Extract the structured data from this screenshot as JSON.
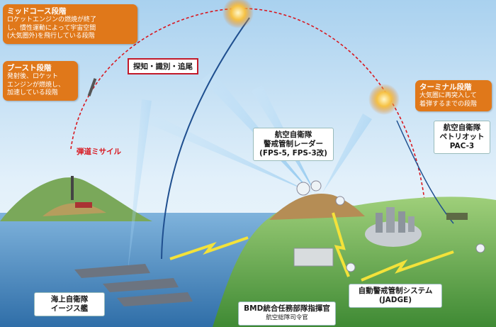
{
  "phases": {
    "midcourse": {
      "title": "ミッドコース段階",
      "desc": "ロケットエンジンの燃焼が終了\nし、慣性運動によって宇宙空間\n(大気圏外)を飛行している段階"
    },
    "boost": {
      "title": "ブースト段階",
      "desc": "発射後、ロケット\nエンジンが燃焼し、\n加速している段階"
    },
    "terminal": {
      "title": "ターミナル段階",
      "desc": "大気圏に再突入して\n着弾するまでの段階"
    }
  },
  "labels": {
    "detect": "探知・識別・追尾",
    "missile": "弾道ミサイル",
    "radar": "航空自衛隊\n警戒管制レーダー\n(FPS-5, FPS-3改)",
    "patriot": "航空自衛隊\nペトリオット\nPAC-3",
    "aegis": "海上自衛隊\nイージス艦",
    "jadge": "自動警戒管制システム\n(JADGE)",
    "bmd_title": "BMD統合任務部隊指揮官",
    "bmd_sub": "航空総隊司令官"
  },
  "colors": {
    "phase_box": "#e0781a",
    "trajectory": "#d8171f",
    "sea": "#4d8fc4",
    "land": "#6aa84f",
    "link": "#f3e23a"
  }
}
